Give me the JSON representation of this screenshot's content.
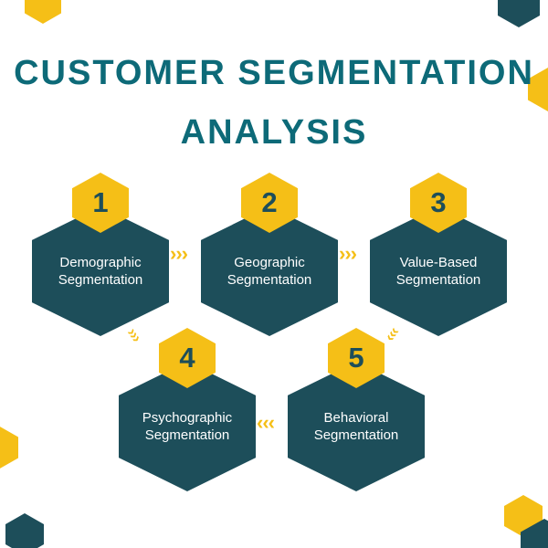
{
  "title": {
    "line1": "CUSTOMER SEGMENTATION",
    "line2": "ANALYSIS"
  },
  "colors": {
    "hexagon_teal": "#1d4e5a",
    "title_teal": "#0d6a78",
    "accent_yellow": "#f5bf17",
    "label_text": "#ffffff",
    "background": "#ffffff"
  },
  "steps": [
    {
      "number": "1",
      "label": "Demographic Segmentation"
    },
    {
      "number": "2",
      "label": "Geographic Segmentation"
    },
    {
      "number": "3",
      "label": "Value-Based Segmentation"
    },
    {
      "number": "4",
      "label": "Psychographic Segmentation"
    },
    {
      "number": "5",
      "label": "Behavioral Segmentation"
    }
  ],
  "arrows": {
    "right_chevrons": "›››",
    "left_chevrons": "‹‹‹",
    "down_right_chevrons": "›››",
    "down_left_chevrons": "›››"
  }
}
